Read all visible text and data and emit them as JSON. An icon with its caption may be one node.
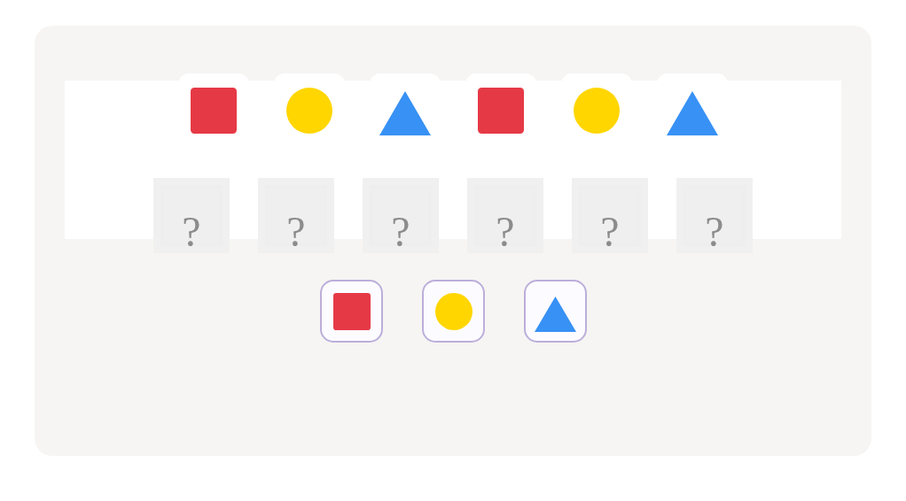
{
  "diagram": {
    "nodes": [
      {
        "text": [],
        "shape": "square"
      },
      {
        "text": [],
        "shape": "circle"
      },
      {
        "text": [],
        "shape": "triangle"
      },
      {
        "text": [],
        "shape": "square"
      },
      {
        "text": [],
        "shape": "circle"
      },
      {
        "text": [],
        "shape": "triangle"
      },
      {
        "text": [
          "?"
        ]
      },
      {
        "text": [
          "?"
        ]
      },
      {
        "text": [
          "?"
        ]
      },
      {
        "text": [
          "?"
        ]
      },
      {
        "text": [
          "?"
        ]
      },
      {
        "text": [
          "?"
        ]
      },
      {
        "text": [],
        "shape": "square"
      },
      {
        "text": [],
        "shape": "circle"
      },
      {
        "text": [],
        "shape": "triangle"
      }
    ]
  }
}
